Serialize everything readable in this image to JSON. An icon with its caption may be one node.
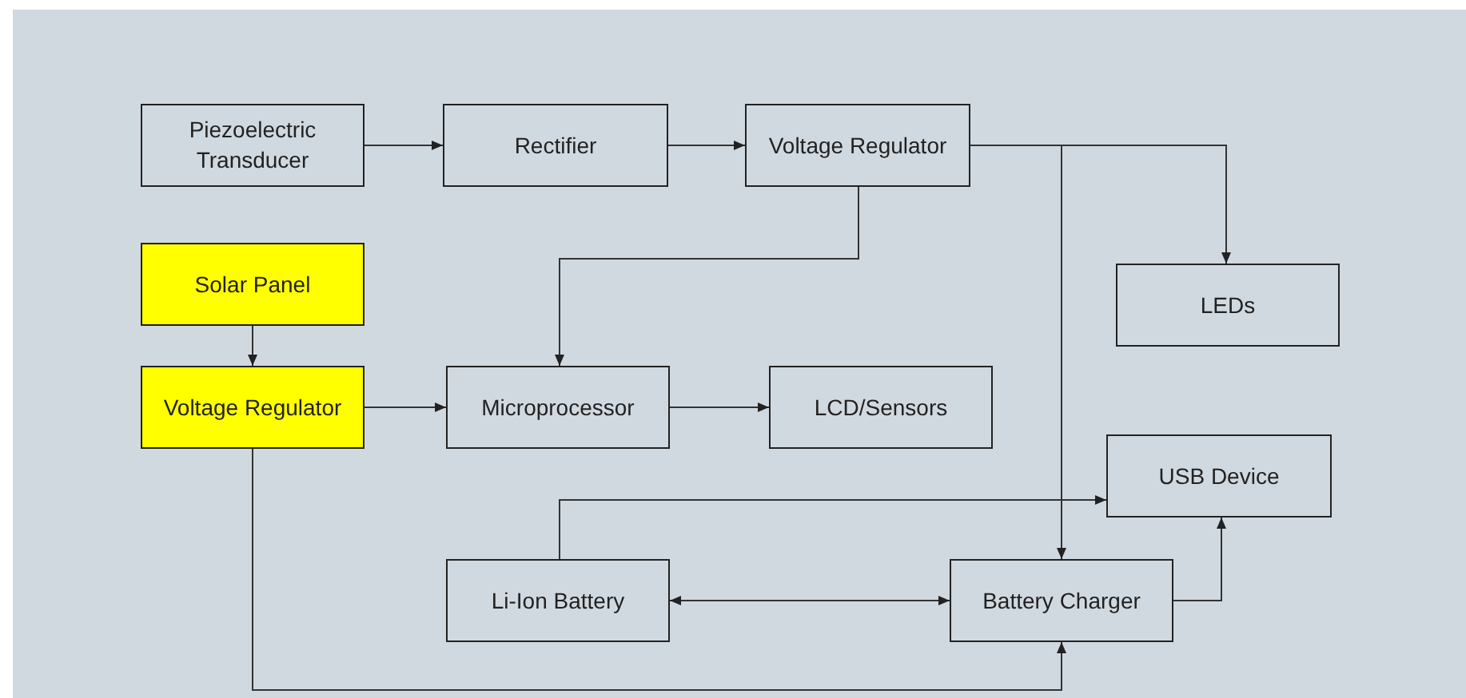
{
  "diagram": {
    "nodes": [
      {
        "text": [
          "Piezoelectric Transducer"
        ]
      },
      {
        "text": [
          "Rectifier"
        ]
      },
      {
        "text": [
          "Voltage Regulator"
        ]
      },
      {
        "text": [
          "Solar Panel"
        ]
      },
      {
        "text": [
          "Voltage Regulator"
        ]
      },
      {
        "text": [
          "Microprocessor"
        ]
      },
      {
        "text": [
          "LCD/Sensors"
        ]
      },
      {
        "text": [
          "LEDs"
        ]
      },
      {
        "text": [
          "USB Device"
        ]
      },
      {
        "text": [
          "Li-Ion Battery"
        ]
      },
      {
        "text": [
          "Battery Charger"
        ]
      }
    ],
    "edges": [
      {
        "from": 0,
        "to": 1,
        "arrow": "to"
      },
      {
        "from": 1,
        "to": 2,
        "arrow": "to"
      },
      {
        "from": 2,
        "to": 7,
        "arrow": "to"
      },
      {
        "from": 2,
        "to": 10,
        "arrow": "to"
      },
      {
        "from": 2,
        "to": 5,
        "arrow": "to"
      },
      {
        "from": 3,
        "to": 4,
        "arrow": "to"
      },
      {
        "from": 4,
        "to": 5,
        "arrow": "to"
      },
      {
        "from": 5,
        "to": 6,
        "arrow": "to"
      },
      {
        "from": 9,
        "to": 8,
        "arrow": "to"
      },
      {
        "from": 9,
        "to": 10,
        "arrow": "both"
      },
      {
        "from": 10,
        "to": 8,
        "arrow": "to"
      },
      {
        "from": 4,
        "to": 10,
        "arrow": "to"
      }
    ]
  }
}
